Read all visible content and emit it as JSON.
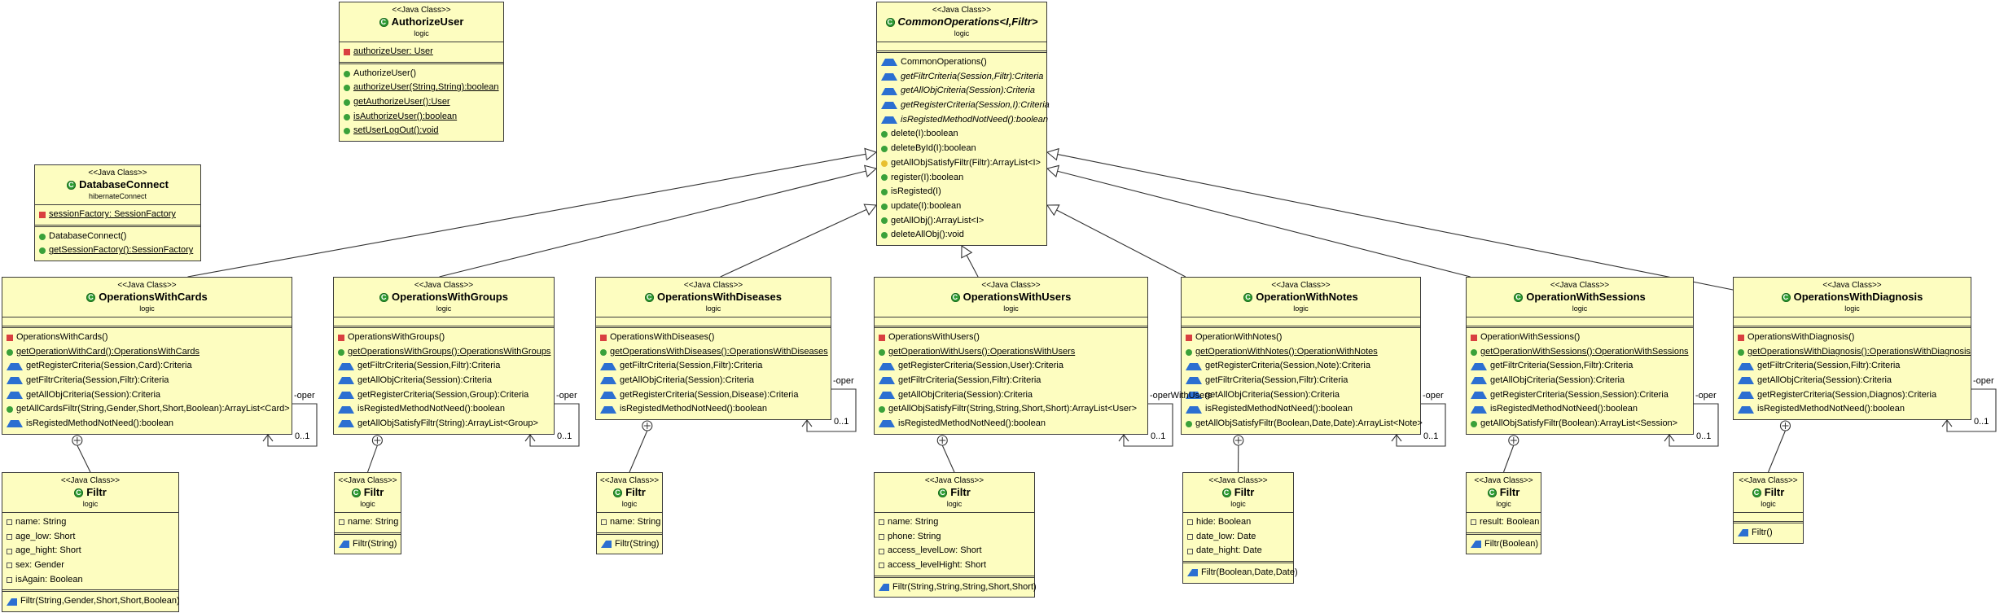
{
  "stereotype": "<<Java Class>>",
  "classes": {
    "authorize": {
      "name": "AuthorizeUser",
      "package": "logic",
      "fields": [
        {
          "icon": "priv-static",
          "text": "authorizeUser: User"
        }
      ],
      "methods": [
        {
          "icon": "pub-ctor",
          "text": "AuthorizeUser()"
        },
        {
          "icon": "pub-static",
          "text": "authorizeUser(String,String):boolean"
        },
        {
          "icon": "pub-static",
          "text": "getAuthorizeUser():User"
        },
        {
          "icon": "pub-static",
          "text": "isAuthorizeUser():boolean"
        },
        {
          "icon": "pub-static",
          "text": "setUserLogOut():void"
        }
      ]
    },
    "dbconnect": {
      "name": "DatabaseConnect",
      "package": "hibernateConnect",
      "fields": [
        {
          "icon": "priv-static",
          "text": "sessionFactory: SessionFactory"
        }
      ],
      "methods": [
        {
          "icon": "pub-ctor",
          "text": "DatabaseConnect()"
        },
        {
          "icon": "pub-static",
          "text": "getSessionFactory():SessionFactory"
        }
      ]
    },
    "common": {
      "name": "CommonOperations<I,Filtr>",
      "package": "logic",
      "fields": [],
      "methods": [
        {
          "icon": "pro-ctor",
          "text": "CommonOperations()"
        },
        {
          "icon": "pro-abs",
          "text": "getFiltrCriteria(Session,Filtr):Criteria"
        },
        {
          "icon": "pro-abs",
          "text": "getAllObjCriteria(Session):Criteria"
        },
        {
          "icon": "pro-abs",
          "text": "getRegisterCriteria(Session,I):Criteria"
        },
        {
          "icon": "pro-abs",
          "text": "isRegistedMethodNotNeed():boolean"
        },
        {
          "icon": "pub",
          "text": "delete(I):boolean"
        },
        {
          "icon": "pub",
          "text": "deleteById(I):boolean"
        },
        {
          "icon": "yel",
          "text": "getAllObjSatisfyFiltr(Filtr):ArrayList<I>"
        },
        {
          "icon": "pub",
          "text": "register(I):boolean"
        },
        {
          "icon": "pub",
          "text": "isRegisted(I)"
        },
        {
          "icon": "pub",
          "text": "update(I):boolean"
        },
        {
          "icon": "pub",
          "text": "getAllObj():ArrayList<I>"
        },
        {
          "icon": "pub",
          "text": "deleteAllObj():void"
        }
      ]
    },
    "cards": {
      "name": "OperationsWithCards",
      "package": "logic",
      "fields": [],
      "methods": [
        {
          "icon": "priv-ctor",
          "text": "OperationsWithCards()"
        },
        {
          "icon": "pub-static",
          "text": "getOperationWithCard():OperationsWithCards"
        },
        {
          "icon": "pro",
          "text": "getRegisterCriteria(Session,Card):Criteria"
        },
        {
          "icon": "pro",
          "text": "getFiltrCriteria(Session,Filtr):Criteria"
        },
        {
          "icon": "pro",
          "text": "getAllObjCriteria(Session):Criteria"
        },
        {
          "icon": "pub",
          "text": "getAllCardsFiltr(String,Gender,Short,Short,Boolean):ArrayList<Card>"
        },
        {
          "icon": "pro",
          "text": "isRegistedMethodNotNeed():boolean"
        }
      ]
    },
    "groups": {
      "name": "OperationsWithGroups",
      "package": "logic",
      "fields": [],
      "methods": [
        {
          "icon": "priv-ctor",
          "text": "OperationsWithGroups()"
        },
        {
          "icon": "pub-static",
          "text": "getOperationsWithGroups():OperationsWithGroups"
        },
        {
          "icon": "pro",
          "text": "getFiltrCriteria(Session,Filtr):Criteria"
        },
        {
          "icon": "pro",
          "text": "getAllObjCriteria(Session):Criteria"
        },
        {
          "icon": "pro",
          "text": "getRegisterCriteria(Session,Group):Criteria"
        },
        {
          "icon": "pro",
          "text": "isRegistedMethodNotNeed():boolean"
        },
        {
          "icon": "pro",
          "text": "getAllObjSatisfyFiltr(String):ArrayList<Group>"
        }
      ]
    },
    "diseases": {
      "name": "OperationsWithDiseases",
      "package": "logic",
      "fields": [],
      "methods": [
        {
          "icon": "priv-ctor",
          "text": "OperationsWithDiseases()"
        },
        {
          "icon": "pub-static",
          "text": "getOperationsWithDiseases():OperationsWithDiseases"
        },
        {
          "icon": "pro",
          "text": "getFiltrCriteria(Session,Filtr):Criteria"
        },
        {
          "icon": "pro",
          "text": "getAllObjCriteria(Session):Criteria"
        },
        {
          "icon": "pro",
          "text": "getRegisterCriteria(Session,Disease):Criteria"
        },
        {
          "icon": "pro",
          "text": "isRegistedMethodNotNeed():boolean"
        }
      ]
    },
    "users": {
      "name": "OperationsWithUsers",
      "package": "logic",
      "fields": [],
      "methods": [
        {
          "icon": "priv-ctor",
          "text": "OperationsWithUsers()"
        },
        {
          "icon": "pub-static",
          "text": "getOperationWithUsers():OperationsWithUsers"
        },
        {
          "icon": "pro",
          "text": "getRegisterCriteria(Session,User):Criteria"
        },
        {
          "icon": "pro",
          "text": "getFiltrCriteria(Session,Filtr):Criteria"
        },
        {
          "icon": "pro",
          "text": "getAllObjCriteria(Session):Criteria"
        },
        {
          "icon": "pub",
          "text": "getAllObjSatisfyFiltr(String,String,Short,Short):ArrayList<User>"
        },
        {
          "icon": "pro",
          "text": "isRegistedMethodNotNeed():boolean"
        }
      ]
    },
    "notes": {
      "name": "OperationWithNotes",
      "package": "logic",
      "fields": [],
      "methods": [
        {
          "icon": "priv-ctor",
          "text": "OperationWithNotes()"
        },
        {
          "icon": "pub-static",
          "text": "getOperationWithNotes():OperationWithNotes"
        },
        {
          "icon": "pro",
          "text": "getRegisterCriteria(Session,Note):Criteria"
        },
        {
          "icon": "pro",
          "text": "getFiltrCriteria(Session,Filtr):Criteria"
        },
        {
          "icon": "pro",
          "text": "getAllObjCriteria(Session):Criteria"
        },
        {
          "icon": "pro",
          "text": "isRegistedMethodNotNeed():boolean"
        },
        {
          "icon": "pub",
          "text": "getAllObjSatisfyFiltr(Boolean,Date,Date):ArrayList<Note>"
        }
      ]
    },
    "sessions": {
      "name": "OperationWithSessions",
      "package": "logic",
      "fields": [],
      "methods": [
        {
          "icon": "priv-ctor",
          "text": "OperationWithSessions()"
        },
        {
          "icon": "pub-static",
          "text": "getOperationWithSessions():OperationWithSessions"
        },
        {
          "icon": "pro",
          "text": "getFiltrCriteria(Session,Filtr):Criteria"
        },
        {
          "icon": "pro",
          "text": "getAllObjCriteria(Session):Criteria"
        },
        {
          "icon": "pro",
          "text": "getRegisterCriteria(Session,Session):Criteria"
        },
        {
          "icon": "pro",
          "text": "isRegistedMethodNotNeed():boolean"
        },
        {
          "icon": "pub",
          "text": "getAllObjSatisfyFiltr(Boolean):ArrayList<Session>"
        }
      ]
    },
    "diagnosis": {
      "name": "OperationsWithDiagnosis",
      "package": "logic",
      "fields": [],
      "methods": [
        {
          "icon": "priv-ctor",
          "text": "OperationsWithDiagnosis()"
        },
        {
          "icon": "pub-static",
          "text": "getOperationsWithDiagnosis():OperationsWithDiagnosis"
        },
        {
          "icon": "pro",
          "text": "getFiltrCriteria(Session,Filtr):Criteria"
        },
        {
          "icon": "pro",
          "text": "getAllObjCriteria(Session):Criteria"
        },
        {
          "icon": "pro",
          "text": "getRegisterCriteria(Session,Diagnos):Criteria"
        },
        {
          "icon": "pro",
          "text": "isRegistedMethodNotNeed():boolean"
        }
      ]
    },
    "f_cards": {
      "name": "Filtr",
      "package": "logic",
      "fields": [
        {
          "icon": "pkg",
          "text": "name: String"
        },
        {
          "icon": "pkg",
          "text": "age_low: Short"
        },
        {
          "icon": "pkg",
          "text": "age_hight: Short"
        },
        {
          "icon": "pkg",
          "text": "sex: Gender"
        },
        {
          "icon": "pkg",
          "text": "isAgain: Boolean"
        }
      ],
      "methods": [
        {
          "icon": "ctor",
          "text": "Filtr(String,Gender,Short,Short,Boolean)"
        }
      ]
    },
    "f_groups": {
      "name": "Filtr",
      "package": "logic",
      "fields": [
        {
          "icon": "pkg",
          "text": "name: String"
        }
      ],
      "methods": [
        {
          "icon": "ctor",
          "text": "Filtr(String)"
        }
      ]
    },
    "f_diseases": {
      "name": "Filtr",
      "package": "logic",
      "fields": [
        {
          "icon": "pkg",
          "text": "name: String"
        }
      ],
      "methods": [
        {
          "icon": "ctor",
          "text": "Filtr(String)"
        }
      ]
    },
    "f_users": {
      "name": "Filtr",
      "package": "logic",
      "fields": [
        {
          "icon": "pkg",
          "text": "name: String"
        },
        {
          "icon": "pkg",
          "text": "phone: String"
        },
        {
          "icon": "pkg",
          "text": "access_levelLow: Short"
        },
        {
          "icon": "pkg",
          "text": "access_levelHight: Short"
        }
      ],
      "methods": [
        {
          "icon": "ctor",
          "text": "Filtr(String,String,String,Short,Short)"
        }
      ]
    },
    "f_notes": {
      "name": "Filtr",
      "package": "logic",
      "fields": [
        {
          "icon": "pkg",
          "text": "hide: Boolean"
        },
        {
          "icon": "pkg",
          "text": "date_low: Date"
        },
        {
          "icon": "pkg",
          "text": "date_hight: Date"
        }
      ],
      "methods": [
        {
          "icon": "ctor",
          "text": "Filtr(Boolean,Date,Date)"
        }
      ]
    },
    "f_sessions": {
      "name": "Filtr",
      "package": "logic",
      "fields": [
        {
          "icon": "pkg",
          "text": "result: Boolean"
        }
      ],
      "methods": [
        {
          "icon": "ctor",
          "text": "Filtr(Boolean)"
        }
      ]
    },
    "f_diagnosis": {
      "name": "Filtr",
      "package": "logic",
      "fields": [],
      "methods": [
        {
          "icon": "ctor",
          "text": "Filtr()"
        }
      ]
    }
  },
  "self_assoc": {
    "cards": {
      "role": "-oper",
      "mult": "0..1"
    },
    "groups": {
      "role": "-oper",
      "mult": "0..1"
    },
    "diseases": {
      "role": "-oper",
      "mult": "0..1"
    },
    "users": {
      "role": "-operWithUsers",
      "mult": "0..1"
    },
    "notes": {
      "role": "-oper",
      "mult": "0..1"
    },
    "sessions": {
      "role": "-oper",
      "mult": "0..1"
    },
    "diagnosis": {
      "role": "-oper",
      "mult": "0..1"
    }
  },
  "colors": {
    "class_fill": "#fdfdc0",
    "border": "#3a3a3a",
    "edge": "#333333"
  }
}
